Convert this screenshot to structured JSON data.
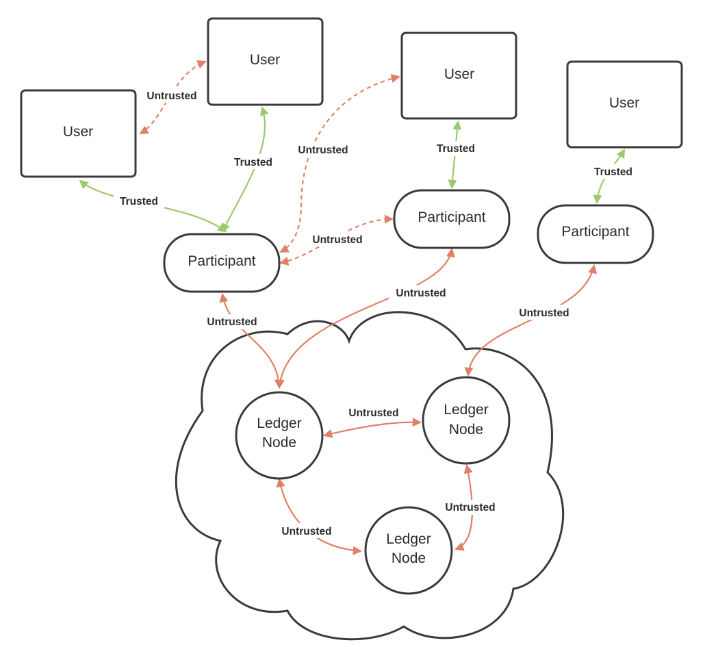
{
  "colors": {
    "trusted": "#9cc96b",
    "untrusted": "#e08068",
    "outline": "#3a3a3a"
  },
  "nodes": {
    "user_1": "User",
    "user_2": "User",
    "user_3": "User",
    "user_4": "User",
    "participant_1": "Participant",
    "participant_2": "Participant",
    "participant_3": "Participant",
    "ledger_1": [
      "Ledger",
      "Node"
    ],
    "ledger_2": [
      "Ledger",
      "Node"
    ],
    "ledger_3": [
      "Ledger",
      "Node"
    ]
  },
  "edges": {
    "user1_user2": "Untrusted",
    "user1_participant1": "Trusted",
    "user2_participant1": "Trusted",
    "user3_participant1": "Untrusted",
    "participant1_participant2": "Untrusted",
    "user3_participant2": "Trusted",
    "user4_participant3": "Trusted",
    "participant1_ledger1": "Untrusted",
    "participant2_ledger1": "Untrusted",
    "participant3_ledger2": "Untrusted",
    "ledger1_ledger2": "Untrusted",
    "ledger1_ledger3": "Untrusted",
    "ledger2_ledger3": "Untrusted"
  }
}
